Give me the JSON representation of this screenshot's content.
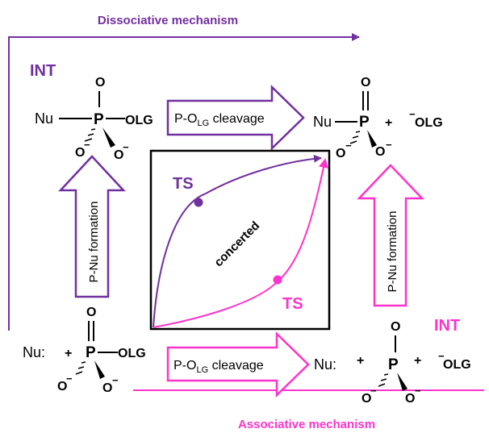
{
  "titles": {
    "dissociative": "Dissociative mechanism",
    "associative": "Associative mechanism"
  },
  "labels": {
    "int": "INT",
    "ts": "TS",
    "concerted": "concerted"
  },
  "arrows": {
    "cleavage_prefix": "P-O",
    "cleavage_sub": "LG",
    "cleavage_suffix": " cleavage",
    "formation": "P-Nu formation"
  },
  "atoms": {
    "nu": "Nu",
    "nu_colon": "Nu:",
    "p": "P",
    "o": "O",
    "olg": "OLG",
    "olg_leaving": "OLG",
    "plus": "+",
    "minus": "−"
  },
  "colors": {
    "dissociative": "#7030a0",
    "associative": "#ff33cc",
    "black": "#000000"
  }
}
